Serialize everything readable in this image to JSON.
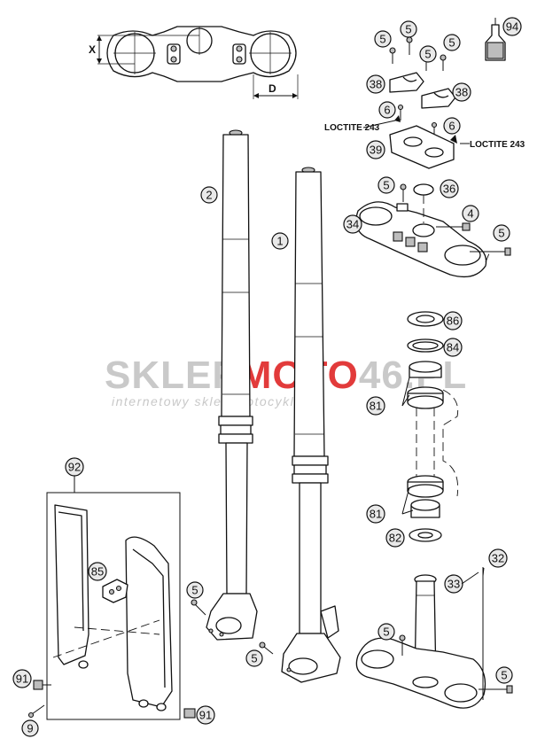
{
  "callouts": {
    "c1": "1",
    "c2": "2",
    "c4": "4",
    "c5a": "5",
    "c5b": "5",
    "c5c": "5",
    "c5d": "5",
    "c5e": "5",
    "c5f": "5",
    "c5g": "5",
    "c5h": "5",
    "c5i": "5",
    "c6a": "6",
    "c6b": "6",
    "c9": "9",
    "c32": "32",
    "c33": "33",
    "c34": "34",
    "c36": "36",
    "c38a": "38",
    "c38b": "38",
    "c39": "39",
    "c81a": "81",
    "c81b": "81",
    "c82": "82",
    "c84": "84",
    "c85": "85",
    "c86": "86",
    "c91a": "91",
    "c91b": "91",
    "c92": "92",
    "c94": "94"
  },
  "labels": {
    "loctite_left": "LOCTITE 243",
    "loctite_right": "LOCTITE 243",
    "dim_x": "X",
    "dim_d": "D"
  },
  "watermark": {
    "part1": "SKLEP",
    "part2": "MOTO",
    "part3": "46",
    "part4": ".PL",
    "tagline": "internetowy sklep motocyklowy",
    "color_grey": "#c9c9c9",
    "color_red": "#e23b3b"
  }
}
